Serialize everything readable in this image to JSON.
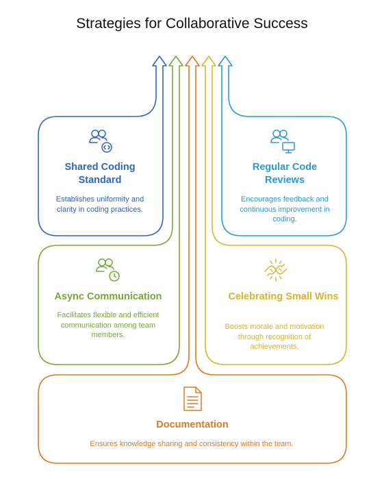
{
  "title": "Strategies for Collaborative Success",
  "colors": {
    "blue": "#2f66c4",
    "sky": "#2a9bd2",
    "green": "#77a838",
    "yellow": "#d8b52d",
    "orange": "#dc7a25"
  },
  "cards": {
    "shared": {
      "title": "Shared Coding Standard",
      "description": "Establishes uniformity and clarity in coding practices.",
      "icon": "users-code-icon",
      "color": "#2f66c4"
    },
    "reviews": {
      "title": "Regular Code Reviews",
      "description": "Encourages feedback and continuous improvement in coding.",
      "icon": "users-monitor-icon",
      "color": "#2a9bd2"
    },
    "async": {
      "title": "Async Communication",
      "description": "Facilitates flexible and efficient communication among team members.",
      "icon": "users-clock-icon",
      "color": "#77a838"
    },
    "wins": {
      "title": "Celebrating Small Wins",
      "description": "Boosts morale and motivation through recognition of achievements.",
      "icon": "fist-bump-icon",
      "color": "#d8b52d"
    },
    "docs": {
      "title": "Documentation",
      "description": "Ensures knowledge sharing and consistency within the team.",
      "icon": "document-icon",
      "color": "#dc7a25"
    }
  }
}
